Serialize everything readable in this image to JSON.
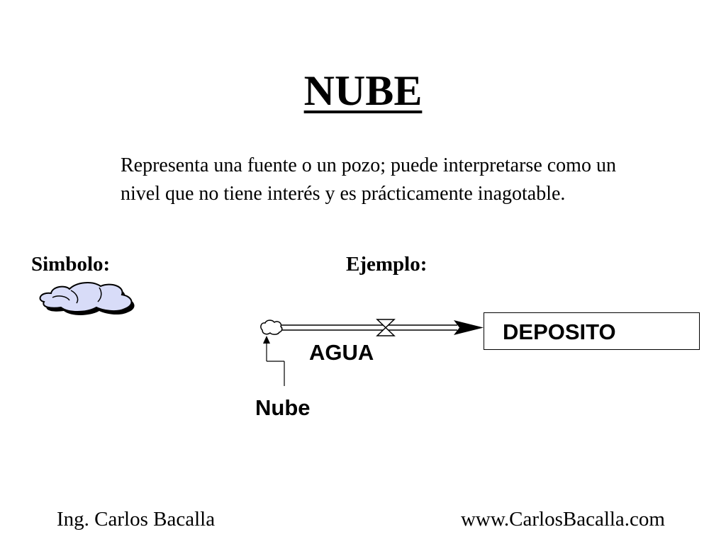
{
  "slide": {
    "title": "NUBE",
    "description": "Representa una fuente o un pozo; puede interpretarse como un nivel que no tiene interés y es prácticamente inagotable.",
    "symbol_label": "Simbolo:",
    "example_label": "Ejemplo:"
  },
  "diagram": {
    "stock_label": "DEPOSITO",
    "flow_label": "AGUA",
    "cloud_label": "Nube",
    "colors": {
      "cloud_fill": "#d8dcf8",
      "cloud_shadow": "#000000"
    },
    "icons": [
      "cloud-symbol-icon",
      "small-cloud-icon",
      "valve-icon",
      "arrowhead-icon"
    ]
  },
  "footer": {
    "author": "Ing. Carlos Bacalla",
    "website": "www.CarlosBacalla.com"
  }
}
